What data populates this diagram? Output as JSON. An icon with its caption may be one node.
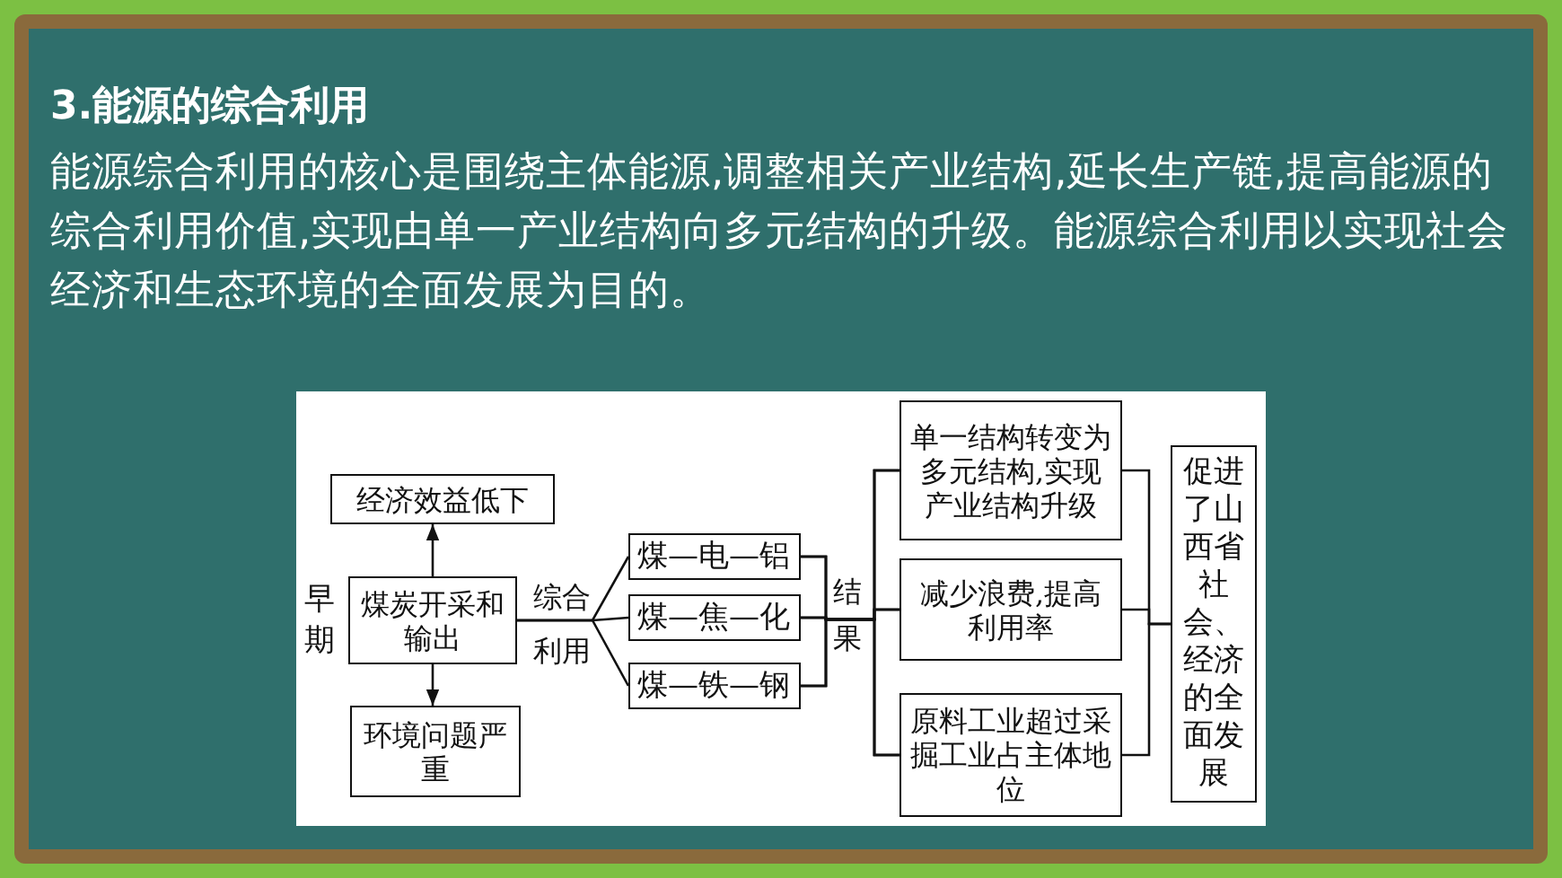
{
  "diagram": {
    "title": "3.能源的综合利用",
    "nodes": [
      {
        "text": [
          "经济效益低下"
        ]
      },
      {
        "text": [
          "煤炭开采和输出"
        ],
        "beside": [
          "早期"
        ]
      },
      {
        "text": [
          "环境问题严重"
        ]
      },
      {
        "text": [
          "煤—电—铝"
        ]
      },
      {
        "text": [
          "煤—焦—化"
        ]
      },
      {
        "text": [
          "煤—铁—钢"
        ]
      },
      {
        "text": [
          "单一结构转变为多元结构,实现产业结构升级"
        ]
      },
      {
        "text": [
          "减少浪费,提高利用率"
        ]
      },
      {
        "text": [
          "原料工业超过采掘工业占主体地位"
        ]
      },
      {
        "text": [
          "促进了山西省社会、经济的全面发展"
        ]
      }
    ],
    "edges": [
      {
        "from": 1,
        "to": 0,
        "arrow": "to"
      },
      {
        "from": 1,
        "to": 2,
        "arrow": "to"
      },
      {
        "from": 1,
        "to": 3,
        "arrow": "none"
      },
      {
        "from": 1,
        "to": 4,
        "arrow": "none",
        "label": "综合利用"
      },
      {
        "from": 1,
        "to": 5,
        "arrow": "none"
      },
      {
        "from": 3,
        "to": 6,
        "arrow": "none"
      },
      {
        "from": 3,
        "to": 7,
        "arrow": "none"
      },
      {
        "from": 3,
        "to": 8,
        "arrow": "none"
      },
      {
        "from": 4,
        "to": 6,
        "arrow": "none"
      },
      {
        "from": 4,
        "to": 7,
        "arrow": "none",
        "label": "结果"
      },
      {
        "from": 4,
        "to": 8,
        "arrow": "none"
      },
      {
        "from": 5,
        "to": 6,
        "arrow": "none"
      },
      {
        "from": 5,
        "to": 7,
        "arrow": "none"
      },
      {
        "from": 5,
        "to": 8,
        "arrow": "none"
      },
      {
        "from": 6,
        "to": 9,
        "arrow": "none"
      },
      {
        "from": 7,
        "to": 9,
        "arrow": "none"
      },
      {
        "from": 8,
        "to": 9,
        "arrow": "none"
      }
    ],
    "labels": [
      "能源综合利用的核心是围绕主体能源,调整相关产业结构,延长生产链,提高能源的综合利用价值,实现由单一产业结构向多元结构的升级。能源综合利用以实现社会经济和生态环境的全面发展为目的。"
    ]
  }
}
